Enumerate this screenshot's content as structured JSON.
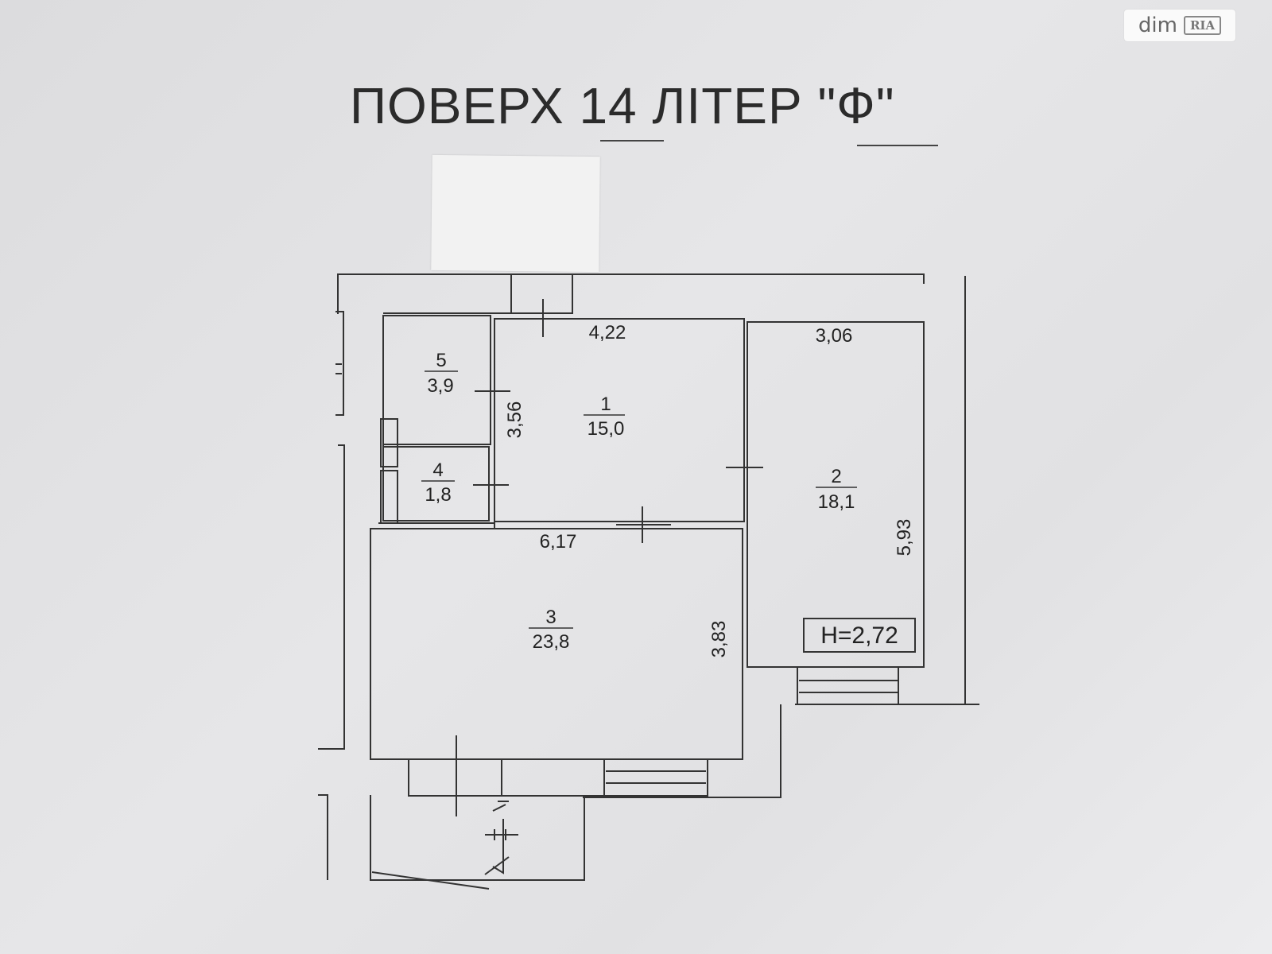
{
  "watermark": {
    "text": "dim",
    "badge": "RIA"
  },
  "title": {
    "prefix": "ПОВЕРХ ",
    "floor": "14",
    "middle": " ЛІТЕР ",
    "letter": "\"Ф\""
  },
  "rooms": [
    {
      "number": "1",
      "area": "15,0"
    },
    {
      "number": "2",
      "area": "18,1"
    },
    {
      "number": "3",
      "area": "23,8"
    },
    {
      "number": "4",
      "area": "1,8"
    },
    {
      "number": "5",
      "area": "3,9"
    }
  ],
  "dimensions": {
    "room1_width": "4,22",
    "room1_height": "3,56",
    "room2_width": "3,06",
    "room2_height": "5,93",
    "room3_width": "6,17",
    "room3_height": "3,83"
  },
  "ceiling_height": "H=2,72"
}
